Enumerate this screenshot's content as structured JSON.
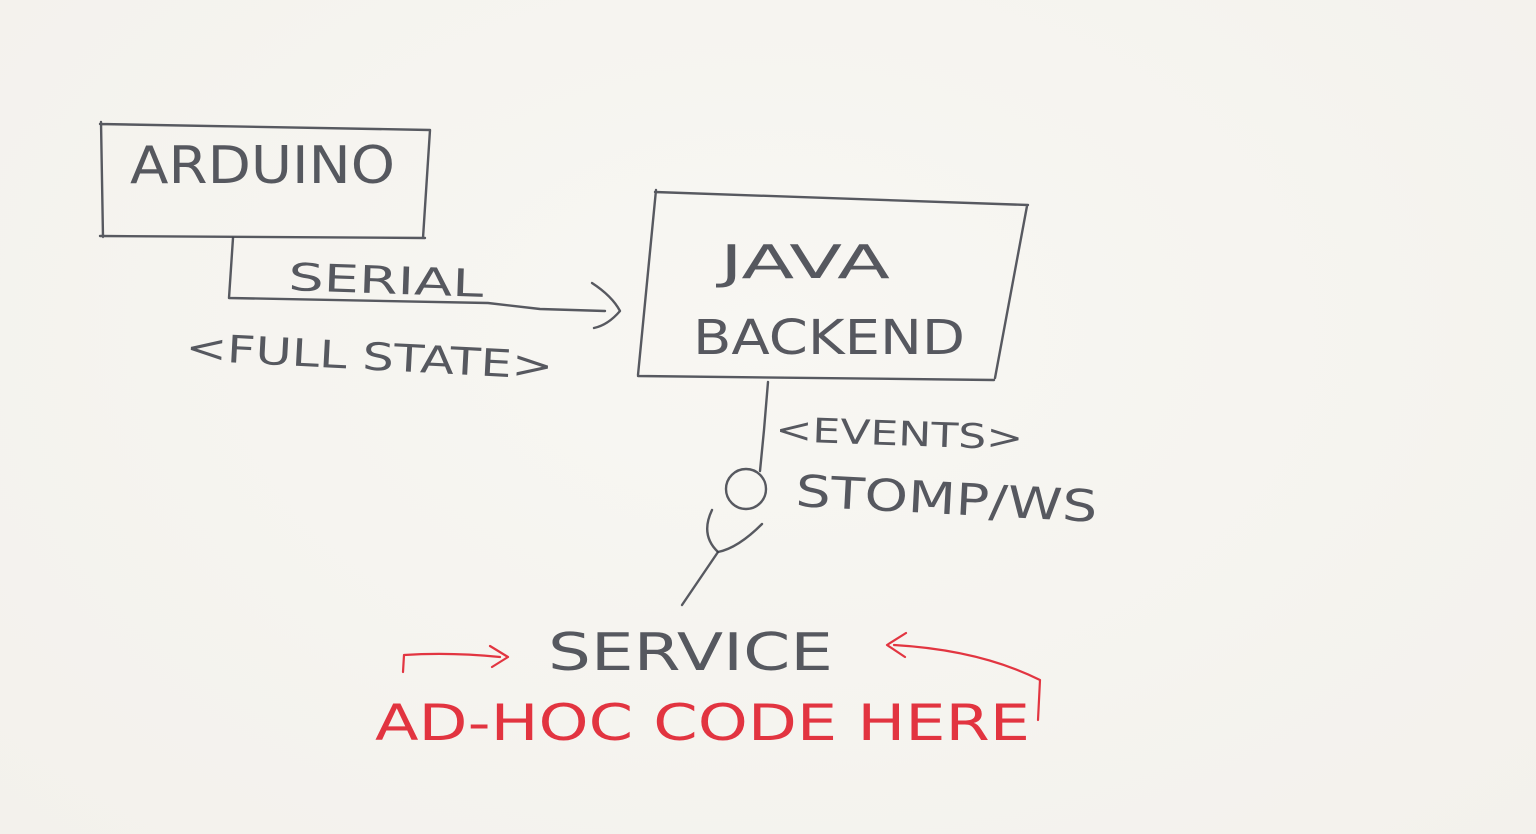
{
  "nodes": {
    "arduino": {
      "label": "ARDUINO"
    },
    "backend": {
      "line1": "JAVA",
      "line2": "BACKEND"
    },
    "service": {
      "label": "SERVICE"
    }
  },
  "edges": {
    "serial": {
      "label": "SERIAL",
      "payload": "<FULL STATE>"
    },
    "stomp": {
      "payload": "<EVENTS>",
      "label": "STOMP/WS"
    }
  },
  "annotation": {
    "text": "AD-HOC CODE HERE"
  },
  "colors": {
    "pencil": "#3b3d46",
    "red_pencil": "#e0202e",
    "paper": "#f6f4ef"
  }
}
